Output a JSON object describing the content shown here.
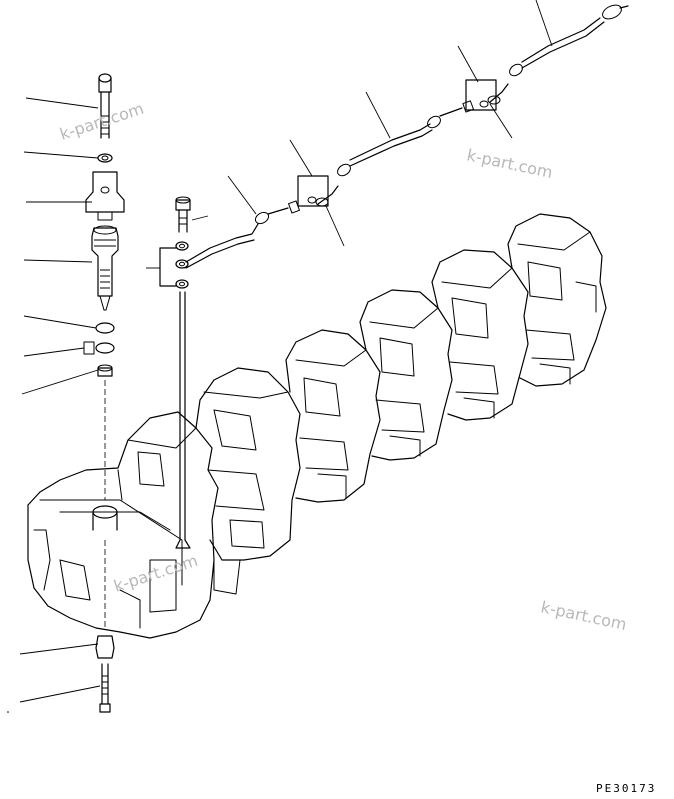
{
  "diagram": {
    "drawing_code": "PE30173",
    "watermarks": [
      "k-part.com",
      "k-part.com",
      "k-part.com",
      "k-part.com"
    ]
  }
}
